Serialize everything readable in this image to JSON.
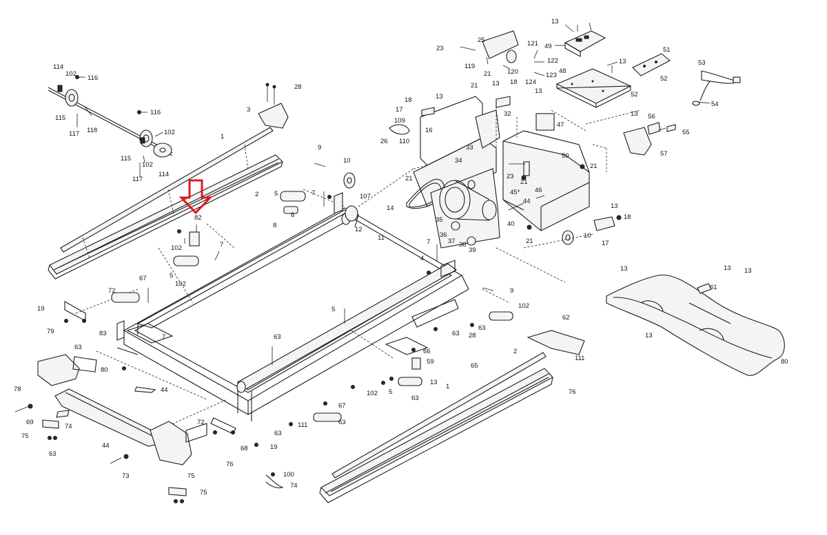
{
  "diagram": {
    "marker_color": "#e0161b",
    "marker_target": "82",
    "labels": [
      {
        "id": "l114a",
        "text": "114"
      },
      {
        "id": "l102a",
        "text": "102"
      },
      {
        "id": "l116a",
        "text": "116"
      },
      {
        "id": "l115a",
        "text": "115"
      },
      {
        "id": "l117a",
        "text": "117"
      },
      {
        "id": "l118",
        "text": "118"
      },
      {
        "id": "l116b",
        "text": "116"
      },
      {
        "id": "l102b",
        "text": "102"
      },
      {
        "id": "l115b",
        "text": "115"
      },
      {
        "id": "l102c",
        "text": "102"
      },
      {
        "id": "l117b",
        "text": "117"
      },
      {
        "id": "l114b",
        "text": "114"
      },
      {
        "id": "l28a",
        "text": "28"
      },
      {
        "id": "l3",
        "text": "3"
      },
      {
        "id": "l1a",
        "text": "1"
      },
      {
        "id": "l2a",
        "text": "2"
      },
      {
        "id": "l82",
        "text": "82"
      },
      {
        "id": "l102d",
        "text": "102"
      },
      {
        "id": "l7a",
        "text": "7"
      },
      {
        "id": "l5a",
        "text": "5"
      },
      {
        "id": "l102e",
        "text": "102"
      },
      {
        "id": "l8",
        "text": "8"
      },
      {
        "id": "l9a",
        "text": "9"
      },
      {
        "id": "l10a",
        "text": "10"
      },
      {
        "id": "l107",
        "text": "107"
      },
      {
        "id": "l5b",
        "text": "5"
      },
      {
        "id": "l7b",
        "text": "7"
      },
      {
        "id": "l6",
        "text": "6"
      },
      {
        "id": "l12",
        "text": "12"
      },
      {
        "id": "l11",
        "text": "11"
      },
      {
        "id": "l23a",
        "text": "23"
      },
      {
        "id": "l25",
        "text": "25"
      },
      {
        "id": "l119",
        "text": "119"
      },
      {
        "id": "l21a",
        "text": "21"
      },
      {
        "id": "l120",
        "text": "120"
      },
      {
        "id": "l121",
        "text": "121"
      },
      {
        "id": "l122",
        "text": "122"
      },
      {
        "id": "l124",
        "text": "124"
      },
      {
        "id": "l123",
        "text": "123"
      },
      {
        "id": "l13a",
        "text": "13"
      },
      {
        "id": "l49",
        "text": "49"
      },
      {
        "id": "l13b",
        "text": "13"
      },
      {
        "id": "l48",
        "text": "48"
      },
      {
        "id": "l51",
        "text": "51"
      },
      {
        "id": "l52a",
        "text": "52"
      },
      {
        "id": "l52b",
        "text": "52"
      },
      {
        "id": "l53",
        "text": "53"
      },
      {
        "id": "l54",
        "text": "54"
      },
      {
        "id": "l21b",
        "text": "21"
      },
      {
        "id": "l13c",
        "text": "13"
      },
      {
        "id": "l18a",
        "text": "18"
      },
      {
        "id": "l18b",
        "text": "18"
      },
      {
        "id": "l13d",
        "text": "13"
      },
      {
        "id": "l17a",
        "text": "17"
      },
      {
        "id": "l32",
        "text": "32"
      },
      {
        "id": "l13e",
        "text": "13"
      },
      {
        "id": "l47",
        "text": "47"
      },
      {
        "id": "l109",
        "text": "109"
      },
      {
        "id": "l16",
        "text": "16"
      },
      {
        "id": "l26",
        "text": "26"
      },
      {
        "id": "l110",
        "text": "110"
      },
      {
        "id": "l13f",
        "text": "13"
      },
      {
        "id": "l56",
        "text": "56"
      },
      {
        "id": "l55",
        "text": "55"
      },
      {
        "id": "l57",
        "text": "57"
      },
      {
        "id": "l33",
        "text": "33"
      },
      {
        "id": "l34",
        "text": "34"
      },
      {
        "id": "l21c",
        "text": "21"
      },
      {
        "id": "l23b",
        "text": "23"
      },
      {
        "id": "l21d",
        "text": "21"
      },
      {
        "id": "l50",
        "text": "50"
      },
      {
        "id": "l21e",
        "text": "21"
      },
      {
        "id": "l45",
        "text": "45*"
      },
      {
        "id": "l46",
        "text": "46"
      },
      {
        "id": "l44a",
        "text": "44"
      },
      {
        "id": "l14",
        "text": "14"
      },
      {
        "id": "l35",
        "text": "35"
      },
      {
        "id": "l40",
        "text": "40"
      },
      {
        "id": "l36",
        "text": "36"
      },
      {
        "id": "l37",
        "text": "37"
      },
      {
        "id": "l38",
        "text": "38"
      },
      {
        "id": "l39",
        "text": "39"
      },
      {
        "id": "l21f",
        "text": "21"
      },
      {
        "id": "l10b",
        "text": "10"
      },
      {
        "id": "l13g",
        "text": "13"
      },
      {
        "id": "l18c",
        "text": "18"
      },
      {
        "id": "l17b",
        "text": "17"
      },
      {
        "id": "l7c",
        "text": "7"
      },
      {
        "id": "l4",
        "text": "4"
      },
      {
        "id": "l9b",
        "text": "9"
      },
      {
        "id": "l13h",
        "text": "13"
      },
      {
        "id": "l13i",
        "text": "13"
      },
      {
        "id": "l13j",
        "text": "13"
      },
      {
        "id": "l61",
        "text": "61"
      },
      {
        "id": "l13k",
        "text": "13"
      },
      {
        "id": "l80a",
        "text": "80"
      },
      {
        "id": "l67a",
        "text": "67"
      },
      {
        "id": "l72a",
        "text": "72"
      },
      {
        "id": "l19a",
        "text": "19"
      },
      {
        "id": "l79",
        "text": "79"
      },
      {
        "id": "l83",
        "text": "83"
      },
      {
        "id": "l7d",
        "text": "7"
      },
      {
        "id": "l5c",
        "text": "5"
      },
      {
        "id": "l102f",
        "text": "102"
      },
      {
        "id": "l63a",
        "text": "63"
      },
      {
        "id": "l63b",
        "text": "63"
      },
      {
        "id": "l28b",
        "text": "28"
      },
      {
        "id": "l62",
        "text": "62"
      },
      {
        "id": "l111a",
        "text": "111"
      },
      {
        "id": "l63c",
        "text": "63"
      },
      {
        "id": "l80b",
        "text": "80"
      },
      {
        "id": "l63d",
        "text": "63"
      },
      {
        "id": "l66",
        "text": "66"
      },
      {
        "id": "l59",
        "text": "59"
      },
      {
        "id": "l65",
        "text": "65"
      },
      {
        "id": "l13l",
        "text": "13"
      },
      {
        "id": "l1b",
        "text": "1"
      },
      {
        "id": "l2b",
        "text": "2"
      },
      {
        "id": "l76a",
        "text": "76"
      },
      {
        "id": "l78",
        "text": "78"
      },
      {
        "id": "l44b",
        "text": "44"
      },
      {
        "id": "l69",
        "text": "69"
      },
      {
        "id": "l74a",
        "text": "74"
      },
      {
        "id": "l75a",
        "text": "75"
      },
      {
        "id": "l63e",
        "text": "63"
      },
      {
        "id": "l102g",
        "text": "102"
      },
      {
        "id": "l5d",
        "text": "5"
      },
      {
        "id": "l63f",
        "text": "63"
      },
      {
        "id": "l67b",
        "text": "67"
      },
      {
        "id": "l63g",
        "text": "63"
      },
      {
        "id": "l111b",
        "text": "111"
      },
      {
        "id": "l72b",
        "text": "72"
      },
      {
        "id": "l68",
        "text": "68"
      },
      {
        "id": "l63h",
        "text": "63"
      },
      {
        "id": "l19b",
        "text": "19"
      },
      {
        "id": "l76b",
        "text": "76"
      },
      {
        "id": "l44c",
        "text": "44"
      },
      {
        "id": "l73",
        "text": "73"
      },
      {
        "id": "l75b",
        "text": "75"
      },
      {
        "id": "l100",
        "text": "100"
      },
      {
        "id": "l74b",
        "text": "74"
      },
      {
        "id": "l75c",
        "text": "75"
      }
    ]
  }
}
